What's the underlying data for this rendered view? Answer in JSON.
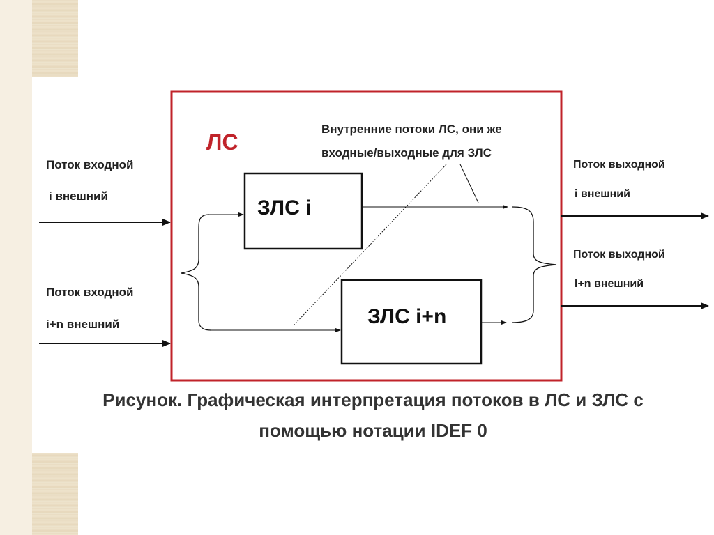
{
  "diagram": {
    "outer_block_label": "ЛС",
    "block_top_label": "ЗЛС i",
    "block_bottom_label": "ЗЛС i+n",
    "internal_note_line1": "Внутренние потоки ЛС, они же",
    "internal_note_line2": "входные/выходные для ЗЛС",
    "input_top_line1": "Поток входной",
    "input_top_line2": "i внешний",
    "input_bottom_line1": "Поток входной",
    "input_bottom_line2": "i+n внешний",
    "output_top_line1": "Поток выходной",
    "output_top_line2": "i внешний",
    "output_bottom_line1": "Поток выходной",
    "output_bottom_line2": "I+n внешний"
  },
  "caption": {
    "line1": "Рисунок. Графическая интерпретация потоков в ЛС и ЗЛС с",
    "line2": "помощью нотации IDEF 0"
  },
  "colors": {
    "outer_border": "#c0232a",
    "decor_band": "#e9dcc2",
    "text": "#222222"
  }
}
